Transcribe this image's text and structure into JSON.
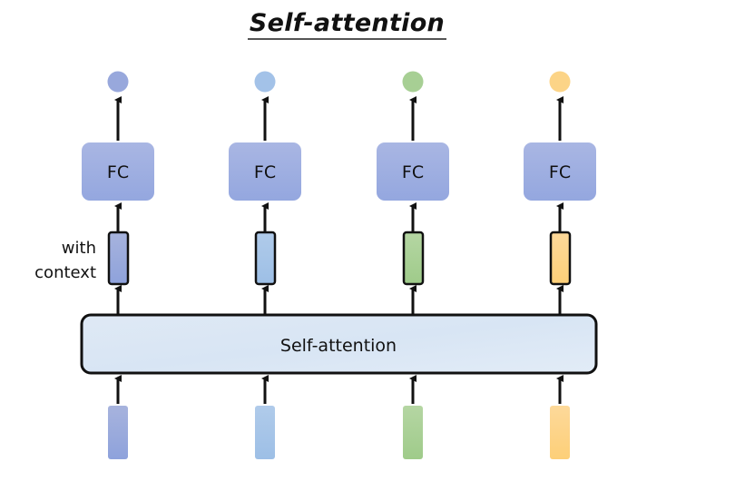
{
  "title": "Self-attention",
  "context_label_line1": "with",
  "context_label_line2": "context",
  "attention_block_label": "Self-attention",
  "columns": [
    {
      "fc_label": "FC",
      "color_top": "#a7b3dd",
      "color_bottom": "#8ea2dc",
      "output_color": "#98a8dc"
    },
    {
      "fc_label": "FC",
      "color_top": "#b0cbea",
      "color_bottom": "#9dbfe6",
      "output_color": "#a3c2e8"
    },
    {
      "fc_label": "FC",
      "color_top": "#b5d6a3",
      "color_bottom": "#9fcb8a",
      "output_color": "#a7cf94"
    },
    {
      "fc_label": "FC",
      "color_top": "#fdd99a",
      "color_bottom": "#fdcf78",
      "output_color": "#fcd487"
    }
  ],
  "colors": {
    "fc_fill": "#9fb0e2",
    "attention_fill": "#dde8f5",
    "stroke": "#111111"
  }
}
